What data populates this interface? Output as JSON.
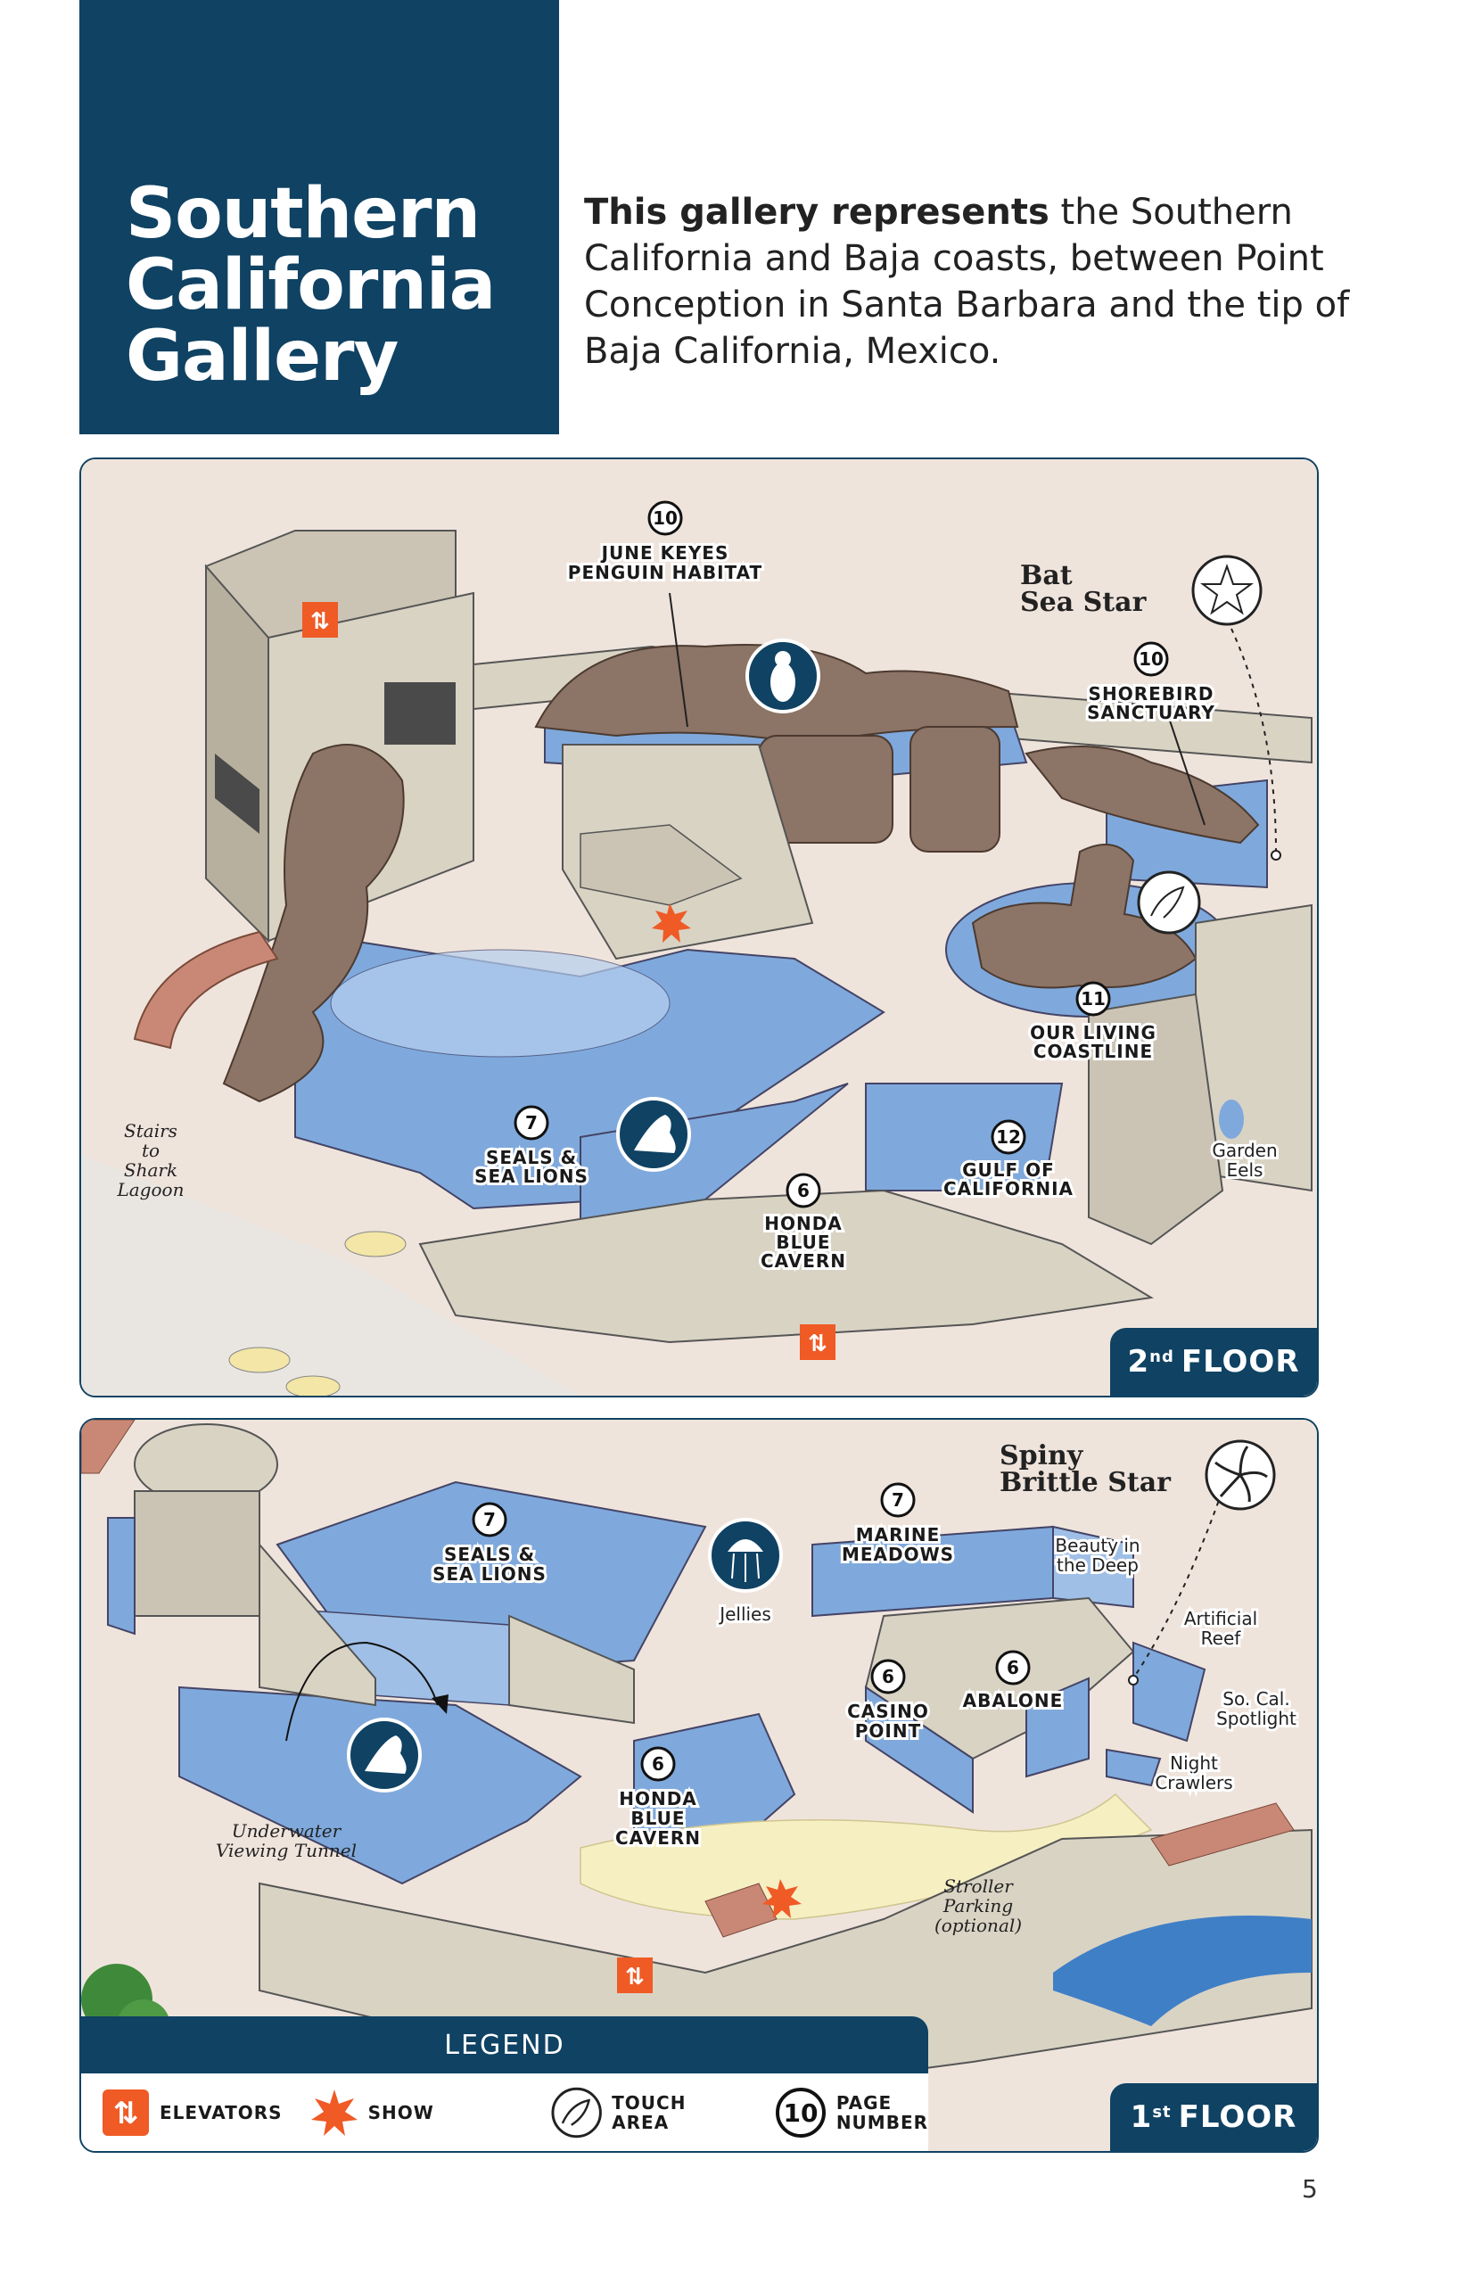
{
  "page": {
    "title_lines": [
      "Southern",
      "California",
      "Gallery"
    ],
    "intro_bold": "This gallery represents",
    "intro_rest": " the Southern California and Baja coasts, between Point Conception in Santa Barbara and the tip of Baja California, Mexico.",
    "page_number": "5"
  },
  "floor2": {
    "badge_ord": "2",
    "badge_sup": "nd",
    "badge_word": "FLOOR",
    "labels": {
      "penguin_num": "10",
      "penguin_l1": "JUNE KEYES",
      "penguin_l2": "PENGUIN HABITAT",
      "bat_l1": "Bat",
      "bat_l2": "Sea Star",
      "shorebird_num": "10",
      "shorebird_l1": "SHOREBIRD",
      "shorebird_l2": "SANCTUARY",
      "coast_num": "11",
      "coast_l1": "OUR LIVING",
      "coast_l2": "COASTLINE",
      "seals_num": "7",
      "seals_l1": "SEALS &",
      "seals_l2": "SEA LIONS",
      "gulf_num": "12",
      "gulf_l1": "GULF OF",
      "gulf_l2": "CALIFORNIA",
      "honda_num": "6",
      "honda_l1": "HONDA",
      "honda_l2": "BLUE",
      "honda_l3": "CAVERN",
      "stairs_l1": "Stairs",
      "stairs_l2": "to",
      "stairs_l3": "Shark",
      "stairs_l4": "Lagoon",
      "eels_l1": "Garden",
      "eels_l2": "Eels"
    }
  },
  "floor1": {
    "badge_ord": "1",
    "badge_sup": "st",
    "badge_word": "FLOOR",
    "labels": {
      "spiny_l1": "Spiny",
      "spiny_l2": "Brittle Star",
      "seals_num": "7",
      "seals_l1": "SEALS &",
      "seals_l2": "SEA LIONS",
      "jellies": "Jellies",
      "meadows_num": "7",
      "meadows_l1": "MARINE",
      "meadows_l2": "MEADOWS",
      "beauty_l1": "Beauty in",
      "beauty_l2": "the Deep",
      "reef_l1": "Artificial",
      "reef_l2": "Reef",
      "spotlight_l1": "So. Cal.",
      "spotlight_l2": "Spotlight",
      "crawlers_l1": "Night",
      "crawlers_l2": "Crawlers",
      "casino_num": "6",
      "casino_l1": "CASINO",
      "casino_l2": "POINT",
      "abalone_num": "6",
      "abalone": "ABALONE",
      "honda_num": "6",
      "honda_l1": "HONDA",
      "honda_l2": "BLUE",
      "honda_l3": "CAVERN",
      "tunnel_l1": "Underwater",
      "tunnel_l2": "Viewing Tunnel",
      "stroller_l1": "Stroller",
      "stroller_l2": "Parking",
      "stroller_l3": "(optional)"
    }
  },
  "legend": {
    "title": "LEGEND",
    "elevators": "ELEVATORS",
    "show": "SHOW",
    "touch": "TOUCH AREA",
    "page_num_sample": "10",
    "page_l1": "PAGE",
    "page_l2": "NUMBER"
  },
  "colors": {
    "navy": "#0f4263",
    "water": "#7fa9dc",
    "water_light": "#b7d0ef",
    "rock": "#8c7466",
    "wall": "#d9d3c4",
    "floor": "#efe4dc",
    "orange": "#ef5a25"
  },
  "icons": [
    "elevator-icon",
    "show-icon",
    "touch-area-icon",
    "penguin-icon",
    "seal-icon",
    "jelly-icon",
    "sea-star-icon",
    "brittle-star-icon"
  ]
}
